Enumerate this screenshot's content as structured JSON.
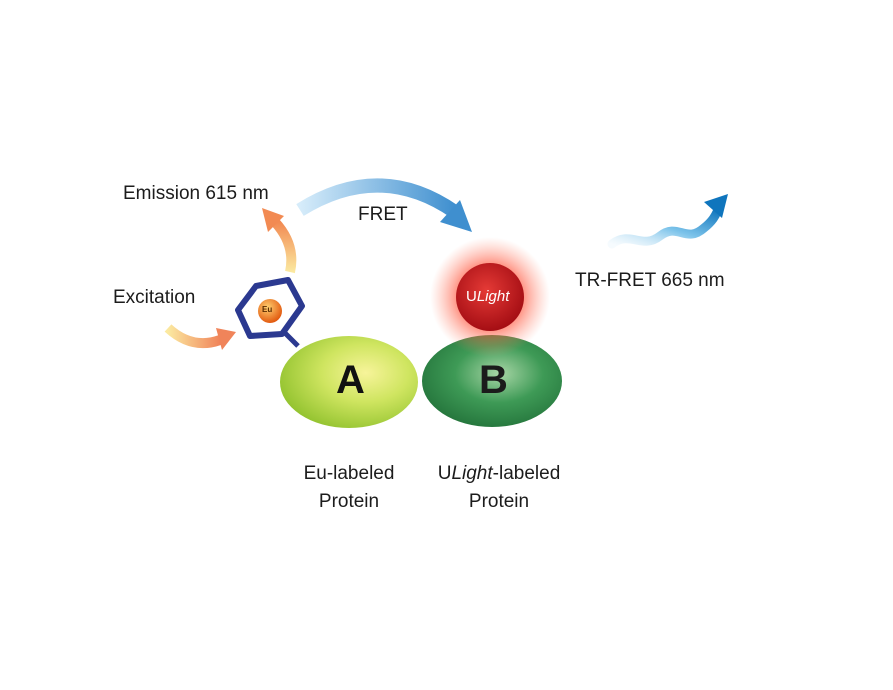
{
  "labels": {
    "emission": "Emission 615 nm",
    "excitation": "Excitation",
    "fret": "FRET",
    "tr_fret": "TR-FRET 665 nm"
  },
  "donor": {
    "chelate_text": "Eu"
  },
  "acceptor": {
    "dye_prefix": "U",
    "dye_italic": "Light"
  },
  "protein_a": {
    "letter": "A",
    "caption_line1": "Eu-labeled",
    "caption_line2": "Protein"
  },
  "protein_b": {
    "letter": "B",
    "caption_prefix": "U",
    "caption_italic": "Light",
    "caption_suffix": "-labeled",
    "caption_line2": "Protein"
  },
  "colors": {
    "protein_a": "#b8dc3c",
    "protein_b": "#2f8a48",
    "acceptor_glow": "#ff3b2f",
    "acceptor_core": "#c0141a",
    "chelate_cage": "#2b3990",
    "eu_core": "#f07a1a",
    "fret_arrow": "#5ca4d8",
    "tr_fret_wave": "#1a86c8",
    "emission_arrow": "#f4a060"
  }
}
